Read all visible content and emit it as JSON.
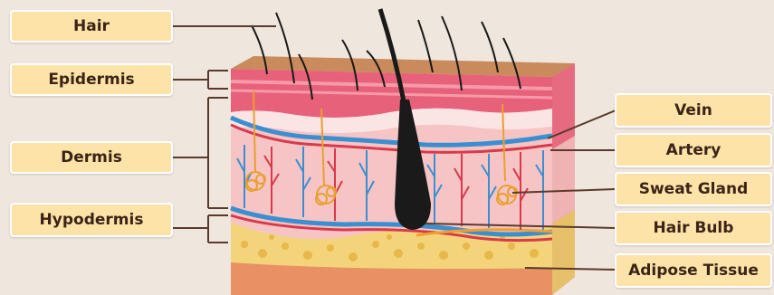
{
  "labels": {
    "left": [
      "Hair",
      "Epidermis",
      "Dermis",
      "Hypodermis"
    ],
    "right": [
      "Vein",
      "Artery",
      "Sweat Gland",
      "Hair Bulb",
      "Adipose Tissue"
    ]
  },
  "colors": {
    "background": "#efe6de",
    "label_fill": "#fde3a7",
    "label_text": "#3a2418",
    "leader_line": "#5a3a2a",
    "hair": "#1a1a1a",
    "vein": "#3b8fd0",
    "artery": "#d83a4a",
    "epidermis": "#e8617a",
    "dermis": "#f6c4c4",
    "fat": "#f3d47a"
  }
}
